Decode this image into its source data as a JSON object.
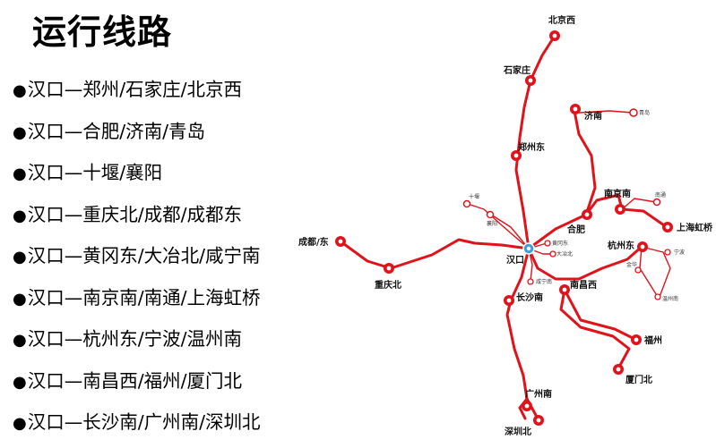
{
  "title": "运行线路",
  "routes": [
    "汉口—郑州/石家庄/北京西",
    "汉口—合肥/济南/青岛",
    "汉口—十堰/襄阳",
    "汉口—重庆北/成都/成都东",
    "汉口—黄冈东/大冶北/咸宁南",
    "汉口—南京南/南通/上海虹桥",
    "汉口—杭州东/宁波/温州南",
    "汉口—南昌西/福州/厦门北",
    "汉口—长沙南/广州南/深圳北"
  ],
  "bullet": "●",
  "colors": {
    "line": "#e0121a",
    "hub": "#3aa0e0",
    "station_fill": "#e0121a"
  },
  "map": {
    "hub": {
      "id": "hankou",
      "label": "汉口"
    },
    "stations": [
      {
        "id": "beijingxi",
        "label": "北京西",
        "size": "major"
      },
      {
        "id": "shijiazhuang",
        "label": "石家庄",
        "size": "major"
      },
      {
        "id": "zhengzhoudong",
        "label": "郑州东",
        "size": "major"
      },
      {
        "id": "jinan",
        "label": "济南",
        "size": "major"
      },
      {
        "id": "qingdao",
        "label": "青岛",
        "size": "minor"
      },
      {
        "id": "nanjingnan",
        "label": "南京南",
        "size": "major"
      },
      {
        "id": "nantong",
        "label": "南通",
        "size": "minor"
      },
      {
        "id": "shanghaihongqiao",
        "label": "上海虹桥",
        "size": "major"
      },
      {
        "id": "hefei",
        "label": "合肥",
        "size": "major"
      },
      {
        "id": "shiyan",
        "label": "十堰",
        "size": "minor"
      },
      {
        "id": "xiangyang",
        "label": "襄阳",
        "size": "minor"
      },
      {
        "id": "chengdu",
        "label": "成都/东",
        "size": "major"
      },
      {
        "id": "chongqingbei",
        "label": "重庆北",
        "size": "major"
      },
      {
        "id": "huanggangdong",
        "label": "黄冈东",
        "size": "minor"
      },
      {
        "id": "dayebei",
        "label": "大冶北",
        "size": "minor"
      },
      {
        "id": "xianningnan",
        "label": "咸宁南",
        "size": "minor"
      },
      {
        "id": "hangzhoudong",
        "label": "杭州东",
        "size": "major"
      },
      {
        "id": "ningbo",
        "label": "宁波",
        "size": "minor"
      },
      {
        "id": "jinhua",
        "label": "金华",
        "size": "minor"
      },
      {
        "id": "wenzhounan",
        "label": "温州南",
        "size": "minor"
      },
      {
        "id": "nanchangxi",
        "label": "南昌西",
        "size": "major"
      },
      {
        "id": "changshanan",
        "label": "长沙南",
        "size": "major"
      },
      {
        "id": "fuzhou",
        "label": "福州",
        "size": "major"
      },
      {
        "id": "xiamenbei",
        "label": "厦门北",
        "size": "major"
      },
      {
        "id": "guangzhounan",
        "label": "广州南",
        "size": "major"
      },
      {
        "id": "shenzhenbei",
        "label": "深圳北",
        "size": "major"
      }
    ]
  }
}
